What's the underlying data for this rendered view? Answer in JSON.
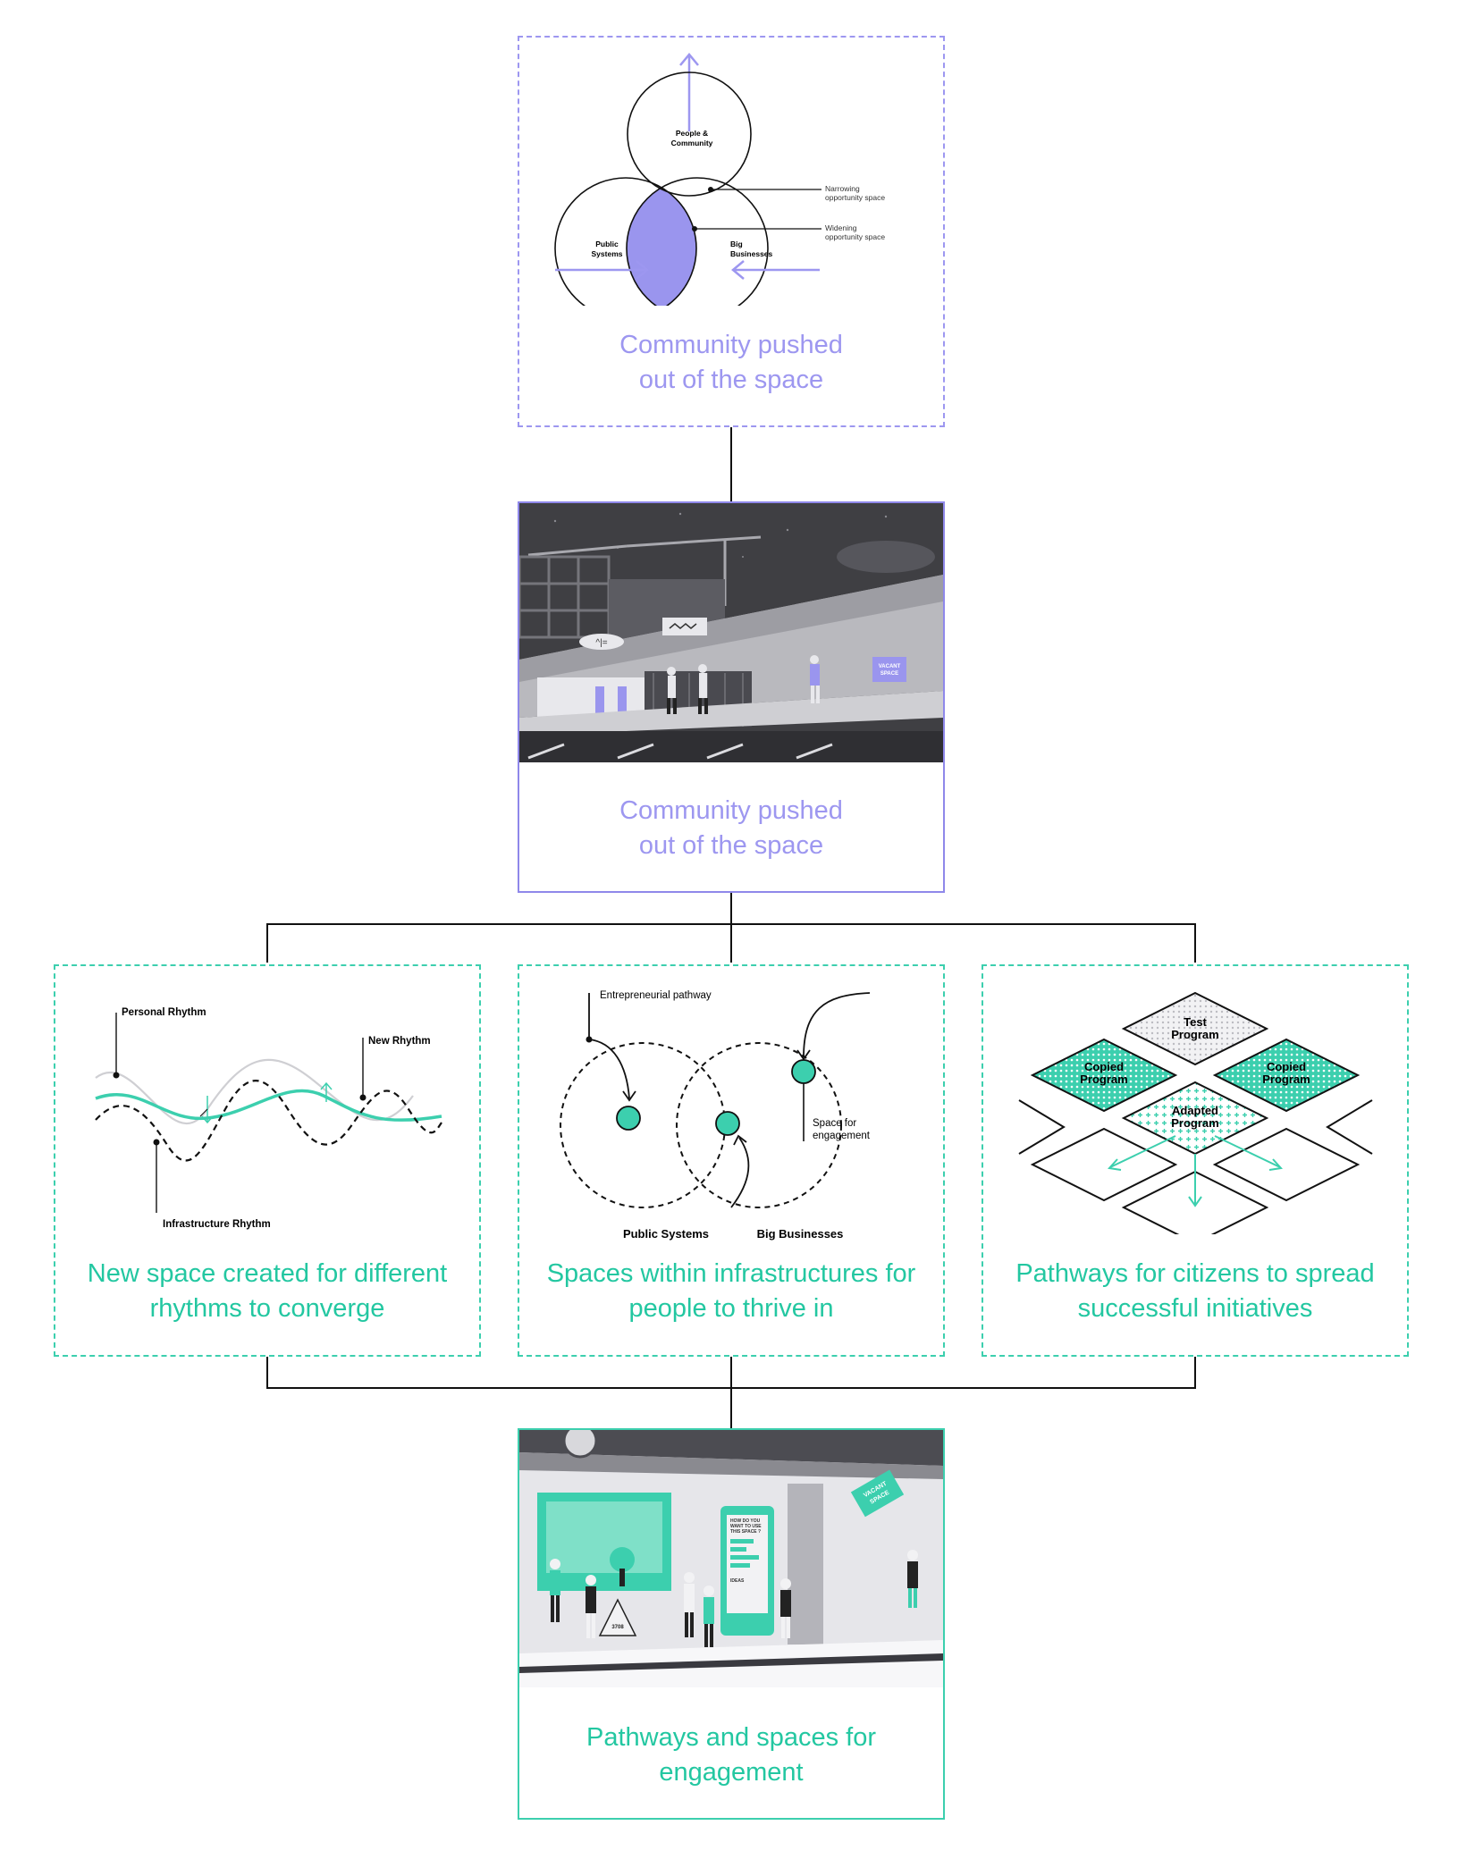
{
  "colors": {
    "purple": "#9d97f0",
    "purple_fill": "#9a95ee",
    "teal": "#3ccfae",
    "teal_text": "#23c7a1",
    "ink": "#111111",
    "night_bg": "#3f3f43"
  },
  "card_top": {
    "caption": "Community pushed\nout of the space",
    "venn": {
      "circle_top": "People &\nCommunity",
      "circle_left": "Public\nSystems",
      "circle_right": "Big\nBusinesses",
      "note_narrow": "Narrowing\nopportunity space",
      "note_widen": "Widening\nopportunity space"
    }
  },
  "card_street": {
    "caption": "Community pushed\nout of the space",
    "sign_vacant": "VACANT\nSPACE",
    "sign_store": "^|="
  },
  "card_rhythm": {
    "caption": "New space created for different\nrhythms to converge",
    "label_personal": "Personal Rhythm",
    "label_new": "New Rhythm",
    "label_infra": "Infrastructure Rhythm"
  },
  "card_spaces": {
    "caption": "Spaces within infrastructures for\npeople to thrive in",
    "label_pathway": "Entrepreneurial pathway",
    "label_space": "Space for\nengagement",
    "label_public": "Public Systems",
    "label_business": "Big Businesses"
  },
  "card_programs": {
    "caption": "Pathways for citizens to spread\nsuccessful initiatives",
    "tile_test": "Test\nProgram",
    "tile_copied_left": "Copied\nProgram",
    "tile_copied_right": "Copied\nProgram",
    "tile_adapted": "Adapted\nProgram"
  },
  "card_engage": {
    "caption": "Pathways and spaces for\nengagement",
    "sign_vacant": "VACANT\nSPACE",
    "kiosk_question": "HOW DO YOU\nWANT TO USE\nTHIS SPACE ?",
    "kiosk_ideas": "IDEAS",
    "board_text": "3708"
  }
}
